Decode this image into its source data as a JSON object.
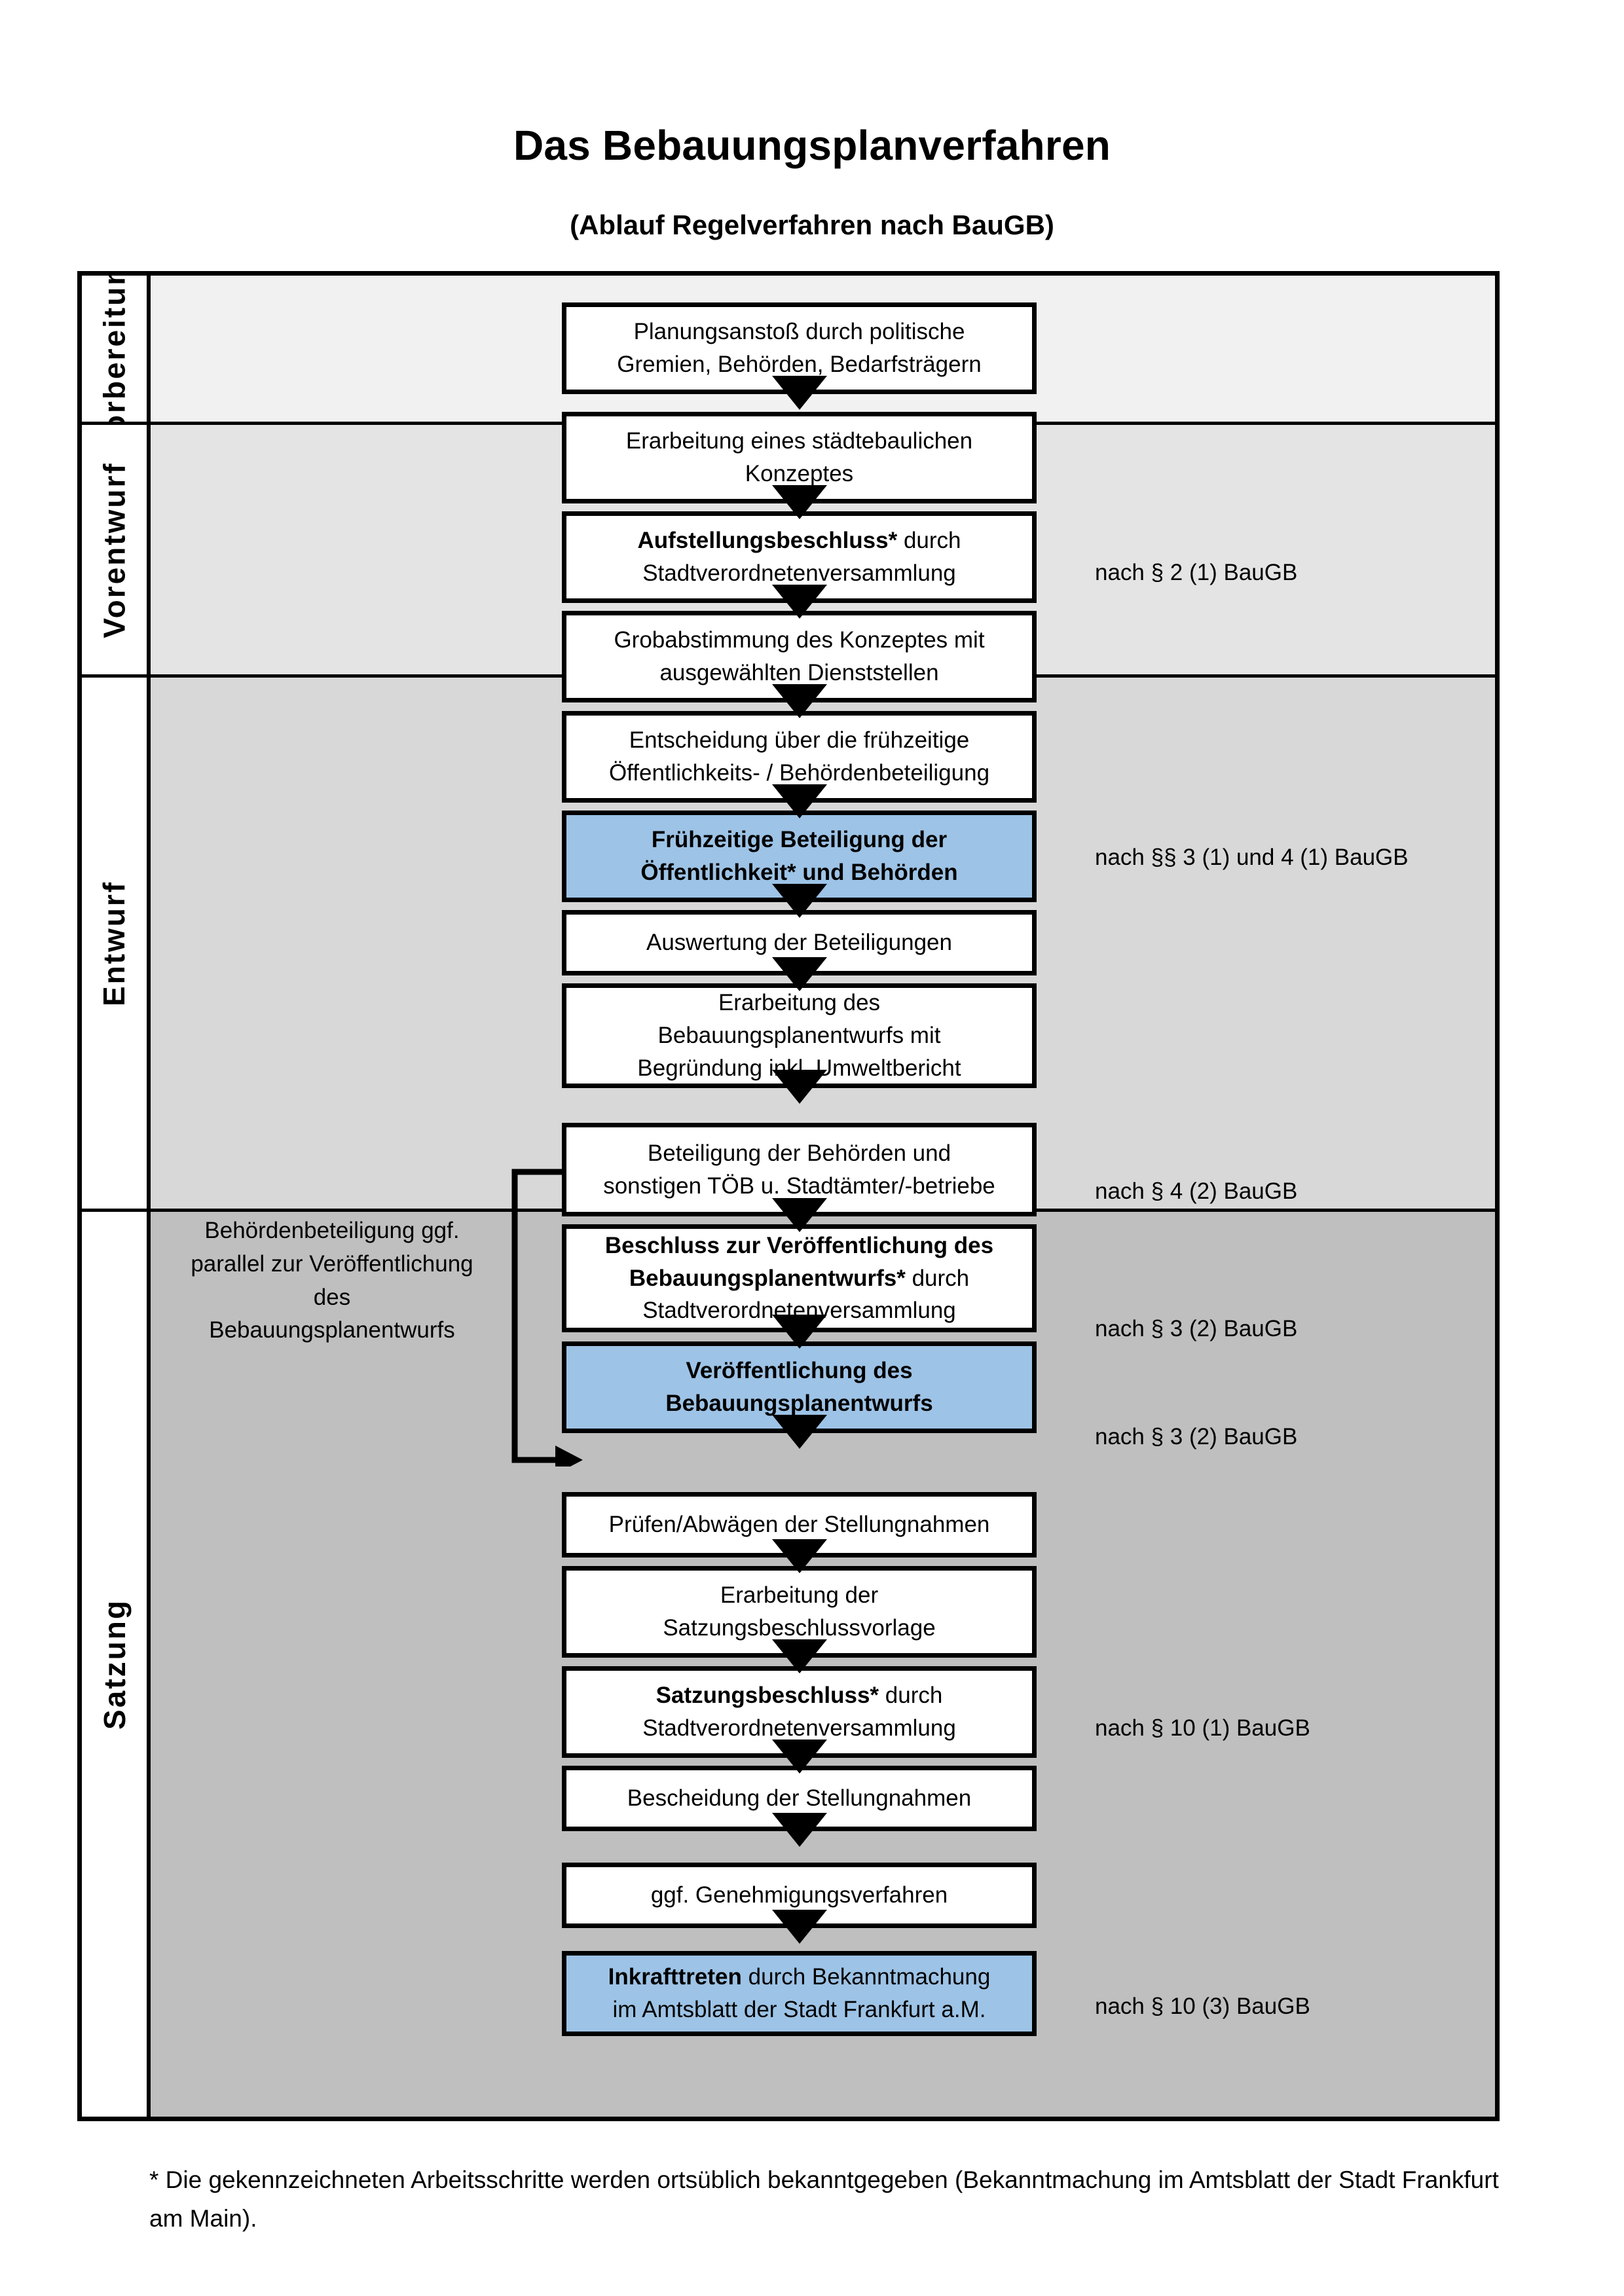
{
  "header": {
    "title": "Das Bebauungsplanverfahren",
    "subtitle": "(Ablauf Regelverfahren nach BauGB)"
  },
  "colors": {
    "highlight_blue": "#9DC3E6",
    "band_vorbereitung": "#F1F1F1",
    "band_vorentwurf": "#E4E4E4",
    "band_entwurf": "#D8D8D8",
    "band_satzung": "#BFBFBF",
    "line": "#000000"
  },
  "chart_data": {
    "type": "diagram",
    "title": "Das Bebauungsplanverfahren",
    "subtitle": "(Ablauf Regelverfahren nach BauGB)",
    "orientation": "top-to-bottom",
    "phases": [
      {
        "label": "Vorbereitung",
        "background": "#F1F1F1",
        "steps": [
          {
            "id": "planungsanstoss",
            "text": "Planungsanstoß durch politische Gremien, Behörden, Bedarfsträgern",
            "highlight": false
          },
          {
            "id": "konzept",
            "text": "Erarbeitung eines städtebaulichen Konzeptes",
            "highlight": false
          },
          {
            "id": "aufstellungsbeschluss",
            "text": "Aufstellungsbeschluss* durch Stadtverordnetenversammlung",
            "highlight": false,
            "law": "nach § 2 (1) BauGB"
          }
        ]
      },
      {
        "label": "Vorentwurf",
        "background": "#E4E4E4",
        "steps": [
          {
            "id": "grobabstimmung",
            "text": "Grobabstimmung des Konzeptes mit ausgewählten Dienststellen",
            "highlight": false
          },
          {
            "id": "entscheidung-fruehzeitig",
            "text": "Entscheidung über die frühzeitige Öffentlichkeits- / Behördenbeteiligung",
            "highlight": false
          },
          {
            "id": "fruehzeitige-beteiligung",
            "text": "Frühzeitige Beteiligung der Öffentlichkeit* und Behörden",
            "highlight": true,
            "law": "nach §§ 3 (1) und 4 (1) BauGB"
          }
        ]
      },
      {
        "label": "Entwurf",
        "background": "#D8D8D8",
        "side_note": "Behördenbeteiligung ggf. parallel zur Veröffentlichung des Bebauungsplanentwurfs",
        "steps": [
          {
            "id": "auswertung",
            "text": "Auswertung der Beteiligungen",
            "highlight": false
          },
          {
            "id": "erarbeitung-entwurf",
            "text": "Erarbeitung des Bebauungsplanentwurfs mit Begründung inkl. Umweltbericht",
            "highlight": false
          },
          {
            "id": "beteiligung-behoerden",
            "text": "Beteiligung der Behörden und sonstigen TÖB u. Stadtämter/-betriebe",
            "highlight": false,
            "law": "nach § 4 (2) BauGB"
          },
          {
            "id": "beschluss-veroeffentlichung",
            "text": "Beschluss zur Veröffentlichung des Bebauungsplanentwurfs* durch Stadtverordnetenversammlung",
            "highlight": false,
            "law": "nach § 3 (2) BauGB"
          },
          {
            "id": "veroeffentlichung",
            "text": "Veröffentlichung des Bebauungsplanentwurfs",
            "highlight": true,
            "law": "nach § 3 (2) BauGB"
          }
        ]
      },
      {
        "label": "Satzung",
        "background": "#BFBFBF",
        "steps": [
          {
            "id": "pruefen-abwaegen",
            "text": "Prüfen/Abwägen der Stellungnahmen",
            "highlight": false
          },
          {
            "id": "erarbeitung-satzungsvorlage",
            "text": "Erarbeitung der Satzungsbeschlussvorlage",
            "highlight": false
          },
          {
            "id": "satzungsbeschluss",
            "text": "Satzungsbeschluss* durch Stadtverordnetenversammlung",
            "highlight": false,
            "law": "nach § 10 (1) BauGB"
          },
          {
            "id": "bescheidung",
            "text": "Bescheidung der Stellungnahmen",
            "highlight": false
          },
          {
            "id": "genehmigungsverfahren",
            "text": "ggf. Genehmigungsverfahren",
            "highlight": false
          },
          {
            "id": "inkrafttreten",
            "text": "Inkrafttreten durch Bekanntmachung im Amtsblatt der Stadt Frankfurt a.M.",
            "highlight": true,
            "law": "nach § 10 (3) BauGB"
          }
        ]
      }
    ],
    "connector": {
      "from": "beteiligung-behoerden",
      "to": "veroeffentlichung",
      "style": "bracket-left-arrow"
    }
  },
  "bands": {
    "vorbereitung": {
      "label": "Vorbereitung"
    },
    "vorentwurf": {
      "label": "Vorentwurf"
    },
    "entwurf": {
      "label": "Entwurf",
      "side_note": "Behördenbeteiligung ggf. parallel zur Veröffentlichung des Bebauungsplanentwurfs"
    },
    "satzung": {
      "label": "Satzung"
    }
  },
  "boxes": {
    "planungsanstoss": {
      "line1": "Planungsanstoß durch politische",
      "line2": "Gremien, Behörden, Bedarfsträgern"
    },
    "konzept": {
      "line1": "Erarbeitung eines städtebaulichen",
      "line2": "Konzeptes"
    },
    "aufstellungsbeschluss": {
      "bold": "Aufstellungsbeschluss*",
      "rest": " durch",
      "line2": "Stadtverordnetenversammlung"
    },
    "grobabstimmung": {
      "line1": "Grobabstimmung des Konzeptes mit",
      "line2": "ausgewählten Dienststellen"
    },
    "entscheidung": {
      "line1": "Entscheidung über die frühzeitige",
      "line2": "Öffentlichkeits- / Behördenbeteiligung"
    },
    "fruehzeitige": {
      "line1": "Frühzeitige Beteiligung der",
      "line2": "Öffentlichkeit* und Behörden"
    },
    "auswertung": {
      "line1": "Auswertung der Beteiligungen"
    },
    "erarbeitung_entwurf": {
      "line1": "Erarbeitung des",
      "line2": "Bebauungsplanentwurfs mit",
      "line3": "Begründung inkl. Umweltbericht"
    },
    "beteiligung_behoerden": {
      "line1": "Beteiligung der Behörden und",
      "line2": "sonstigen TÖB u. Stadtämter/-betriebe"
    },
    "beschluss_veroeffentlichung": {
      "bold1": "Beschluss zur Veröffentlichung des",
      "bold2": "Bebauungsplanentwurfs*",
      "rest": " durch",
      "line3": "Stadtverordnetenversammlung"
    },
    "veroeffentlichung": {
      "line1": "Veröffentlichung des",
      "line2": "Bebauungsplanentwurfs"
    },
    "pruefen": {
      "line1": "Prüfen/Abwägen der Stellungnahmen"
    },
    "erarbeitung_satzung": {
      "line1": "Erarbeitung der",
      "line2": "Satzungsbeschlussvorlage"
    },
    "satzungsbeschluss": {
      "bold": "Satzungsbeschluss*",
      "rest": " durch",
      "line2": "Stadtverordnetenversammlung"
    },
    "bescheidung": {
      "line1": "Bescheidung der Stellungnahmen"
    },
    "genehmigung": {
      "line1": "ggf. Genehmigungsverfahren"
    },
    "inkrafttreten": {
      "bold": "Inkrafttreten",
      "rest": " durch Bekanntmachung",
      "line2": "im Amtsblatt der Stadt Frankfurt a.M."
    }
  },
  "laws": {
    "par2_1": "nach § 2 (1) BauGB",
    "par3_1_4_1": "nach §§ 3 (1) und 4 (1) BauGB",
    "par4_2": "nach § 4 (2) BauGB",
    "par3_2_a": "nach § 3 (2) BauGB",
    "par3_2_b": "nach § 3 (2) BauGB",
    "par10_1": "nach § 10 (1) BauGB",
    "par10_3": "nach § 10 (3) BauGB"
  },
  "footnote": {
    "text": "* Die gekennzeichneten Arbeitsschritte werden ortsüblich bekanntgegeben (Bekanntmachung im Amtsblatt  der Stadt Frankfurt am Main)."
  }
}
